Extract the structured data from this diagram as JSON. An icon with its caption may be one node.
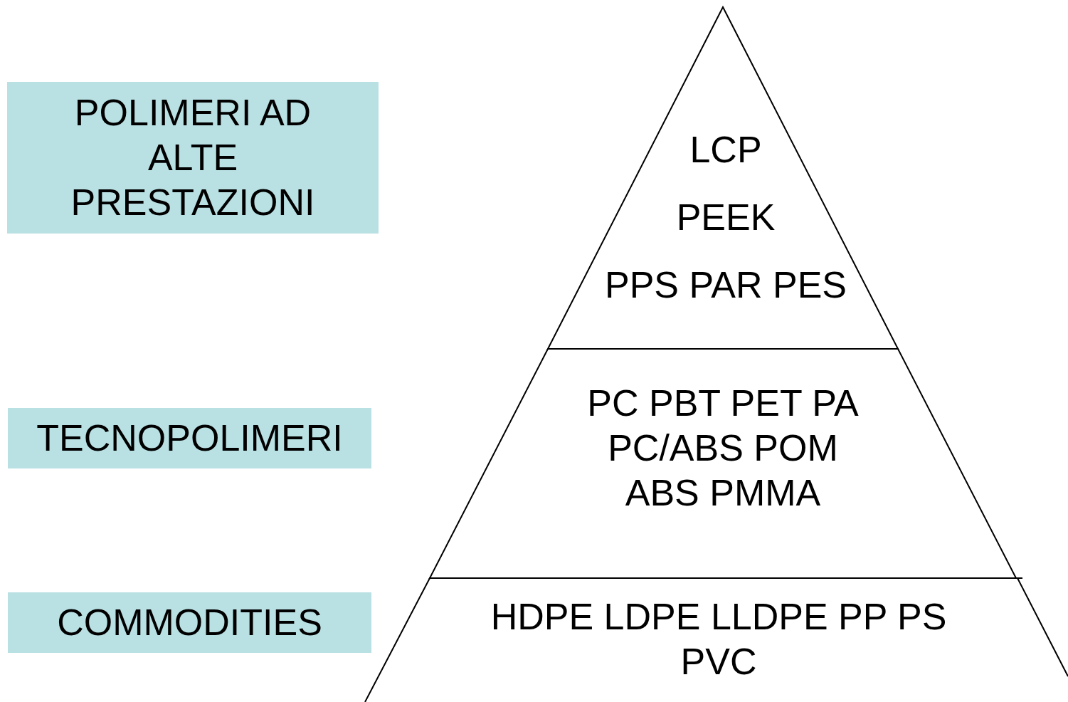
{
  "diagram": {
    "nodes": [
      {
        "text": [
          "POLIMERI AD ALTE PRESTAZIONI"
        ]
      },
      {
        "text": [
          "TECNOPOLIMERI"
        ]
      },
      {
        "text": [
          "COMMODITIES"
        ]
      },
      {
        "text": [
          "LCP",
          "PEEK",
          "PPS PAR PES"
        ]
      },
      {
        "text": [
          "PC PBT PET PA PC/ABS POM ABS PMMA"
        ]
      },
      {
        "text": [
          "HDPE LDPE LLDPE PP PS PVC"
        ]
      }
    ]
  }
}
